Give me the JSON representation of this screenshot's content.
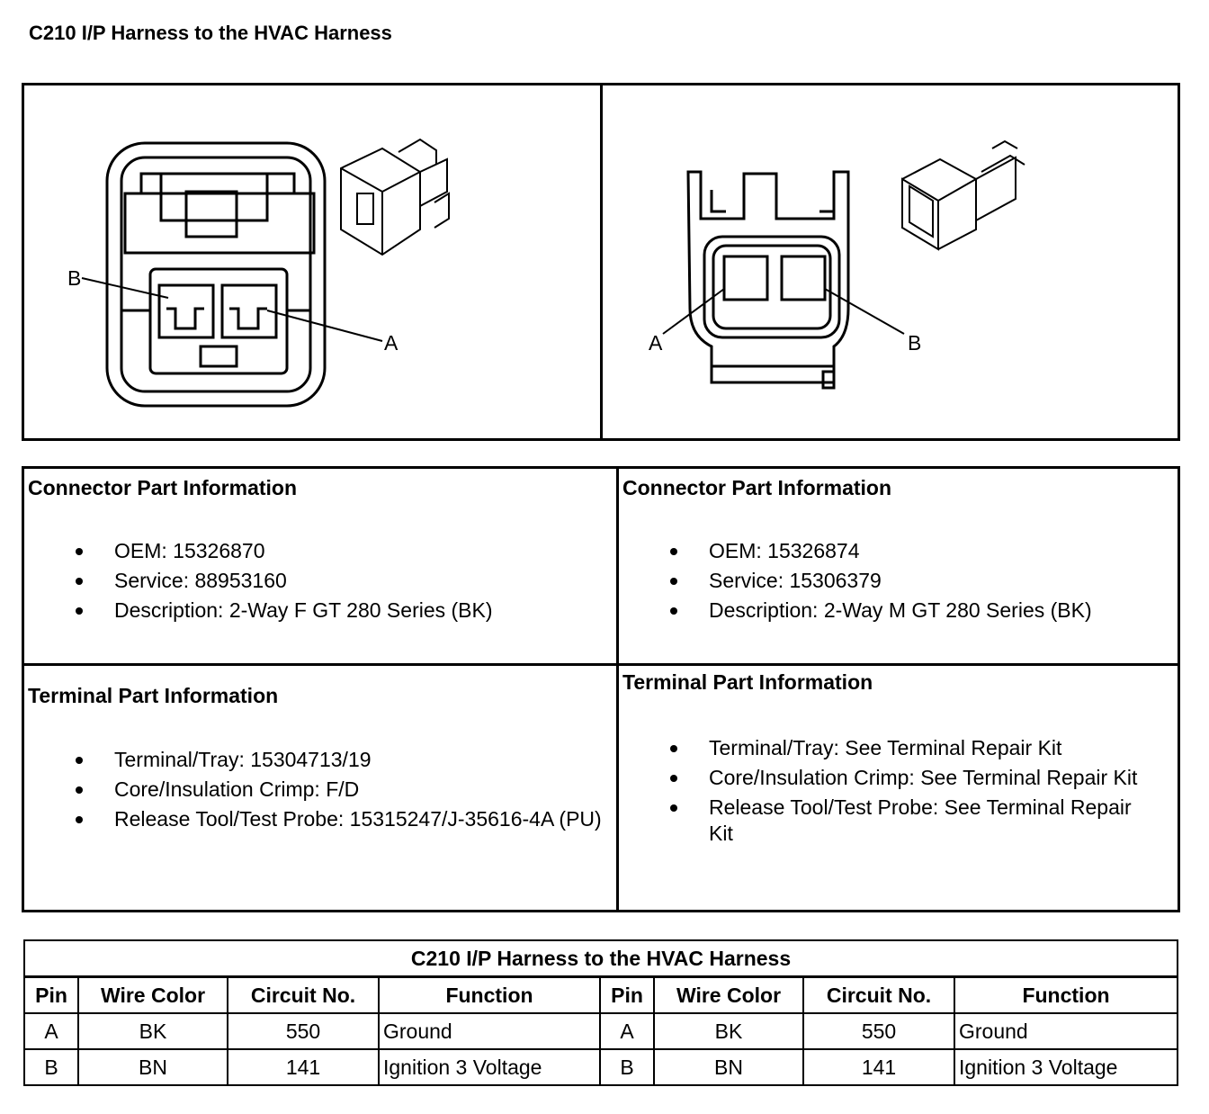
{
  "title": "C210 I/P Harness to the HVAC Harness",
  "diagram": {
    "left_label_b": "B",
    "left_label_a": "A",
    "right_label_a": "A",
    "right_label_b": "B"
  },
  "connector_left": {
    "heading": "Connector Part Information",
    "items": [
      "OEM: 15326870",
      "Service: 88953160",
      "Description: 2-Way F GT 280 Series (BK)"
    ]
  },
  "connector_right": {
    "heading": "Connector Part Information",
    "items": [
      "OEM: 15326874",
      "Service: 15306379",
      "Description: 2-Way M GT 280 Series (BK)"
    ]
  },
  "terminal_left": {
    "heading": "Terminal Part Information",
    "items": [
      "Terminal/Tray: 15304713/19",
      "Core/Insulation Crimp: F/D",
      "Release Tool/Test Probe: 15315247/J-35616-4A (PU)"
    ]
  },
  "terminal_right": {
    "heading": "Terminal Part Information",
    "items": [
      "Terminal/Tray: See Terminal Repair Kit",
      "Core/Insulation Crimp: See Terminal Repair Kit",
      "Release Tool/Test Probe: See Terminal Repair Kit"
    ]
  },
  "table": {
    "caption": "C210 I/P Harness to the HVAC Harness",
    "headers": [
      "Pin",
      "Wire Color",
      "Circuit No.",
      "Function",
      "Pin",
      "Wire Color",
      "Circuit No.",
      "Function"
    ],
    "rows": [
      [
        "A",
        "BK",
        "550",
        "Ground",
        "A",
        "BK",
        "550",
        "Ground"
      ],
      [
        "B",
        "BN",
        "141",
        "Ignition 3 Voltage",
        "B",
        "BN",
        "141",
        "Ignition 3 Voltage"
      ]
    ]
  }
}
